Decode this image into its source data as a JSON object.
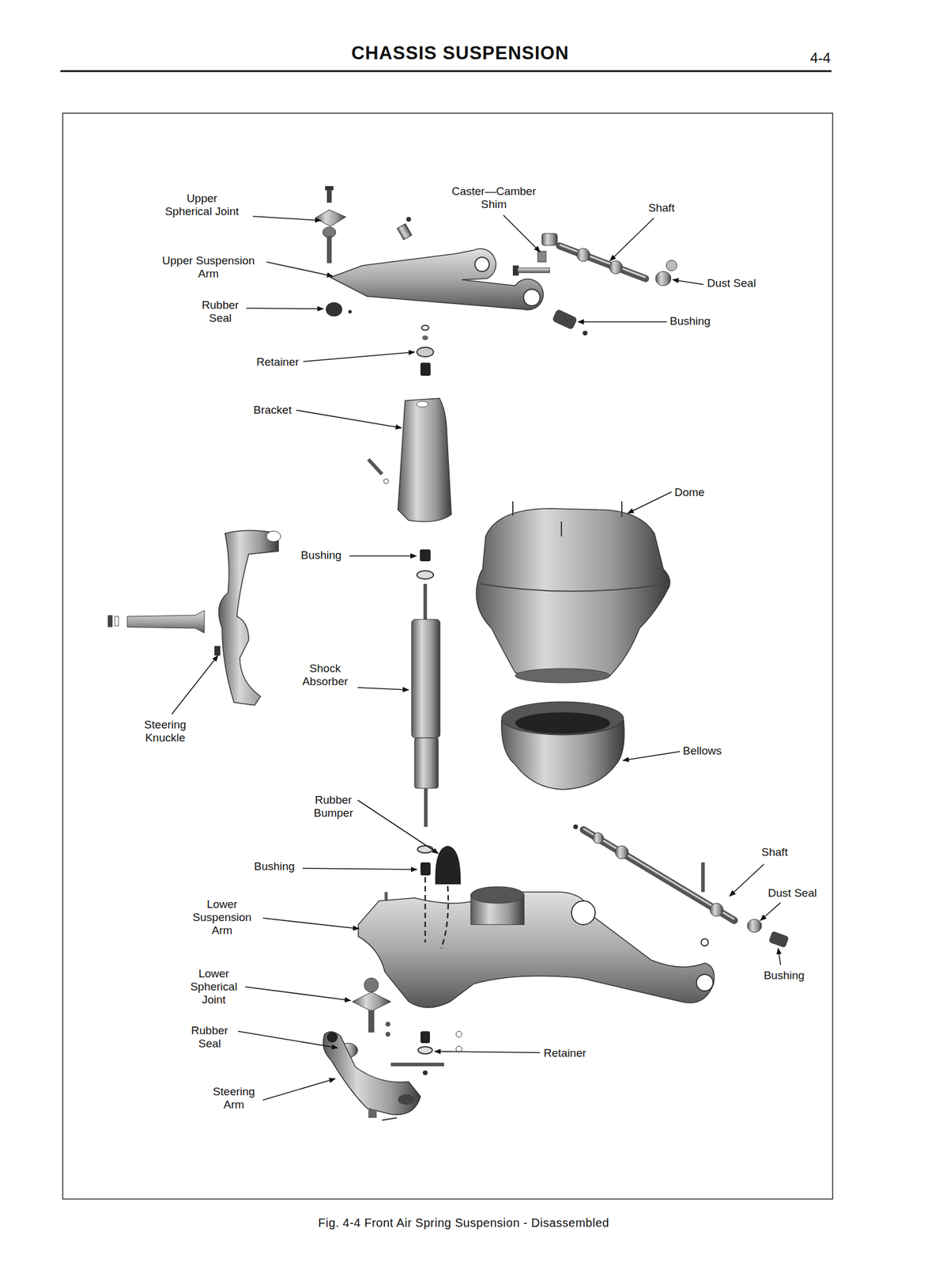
{
  "diagram": {
    "title": "CHASSIS SUSPENSION",
    "caption": "Fig. 4-4 Front Air Spring Suspension - Disassembled",
    "labels": [
      "4-4",
      "Upper Spherical Joint",
      "Caster—Camber Shim",
      "Shaft",
      "Upper Suspension Arm",
      "Dust Seal",
      "Rubber Seal",
      "Bushing",
      "Retainer",
      "Bracket",
      "Dome",
      "Bushing",
      "Steering Knuckle",
      "Shock Absorber",
      "Bellows",
      "Rubber Bumper",
      "Shaft",
      "Bushing",
      "Dust Seal",
      "Lower Suspension Arm",
      "Bushing",
      "Lower Spherical Joint",
      "Rubber Seal",
      "Retainer",
      "Steering Arm"
    ]
  }
}
